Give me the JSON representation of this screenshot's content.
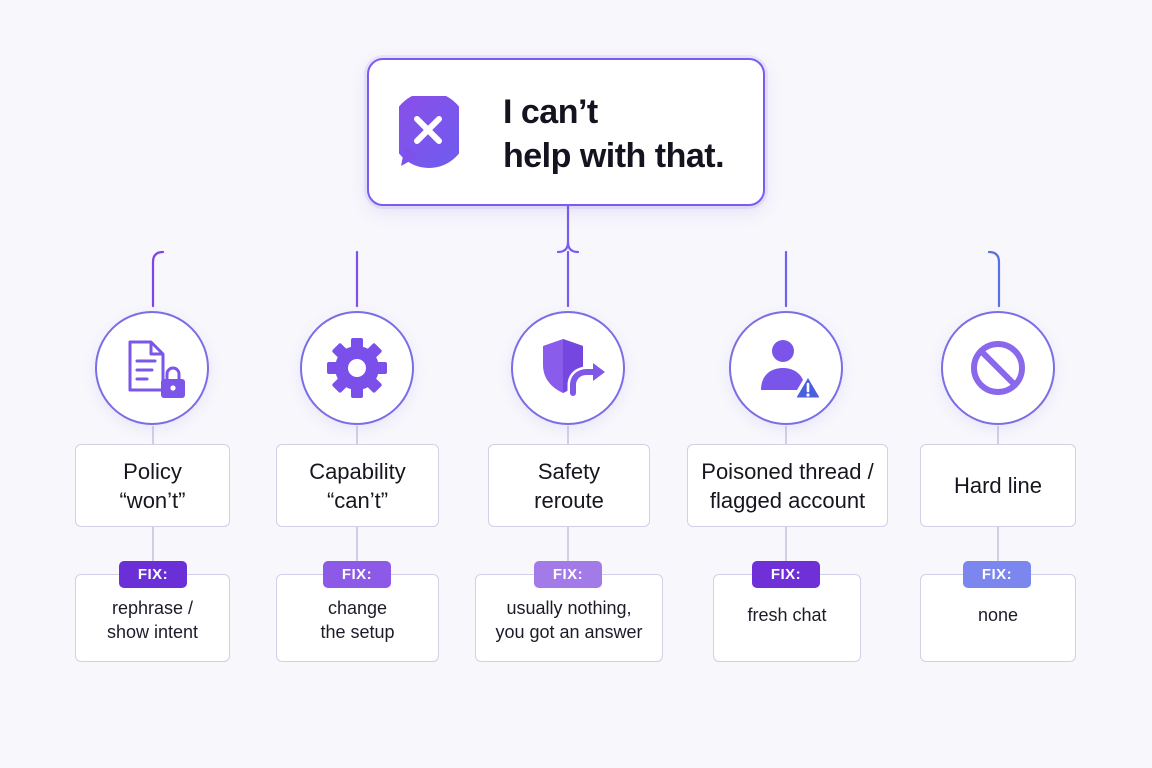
{
  "colors": {
    "accent": "#7b5cf0",
    "accent_blue": "#6a78ec",
    "card_border": "#d3cfe8",
    "pill_colors": [
      "#6a2fd6",
      "#8c5ae6",
      "#a27be8",
      "#6f30d8",
      "#7b86ee"
    ]
  },
  "root": {
    "icon": "speech-bubble-x-icon",
    "line1": "I can’t",
    "line2": "help with that."
  },
  "categories": [
    {
      "icon": "locked-document-icon",
      "line1": "Policy",
      "line2": "“won’t”",
      "fix_label": "FIX:",
      "fix_line1": "rephrase /",
      "fix_line2": "show intent"
    },
    {
      "icon": "gear-icon",
      "line1": "Capability",
      "line2": "“can’t”",
      "fix_label": "FIX:",
      "fix_line1": "change",
      "fix_line2": "the setup"
    },
    {
      "icon": "shield-redirect-icon",
      "line1": "Safety",
      "line2": "reroute",
      "fix_label": "FIX:",
      "fix_line1": "usually nothing,",
      "fix_line2": "you got an answer"
    },
    {
      "icon": "user-warning-icon",
      "line1": "Poisoned thread /",
      "line2": "flagged account",
      "fix_label": "FIX:",
      "fix_line1": "fresh chat",
      "fix_line2": ""
    },
    {
      "icon": "prohibited-icon",
      "line1": "Hard line",
      "line2": "",
      "fix_label": "FIX:",
      "fix_line1": "none",
      "fix_line2": ""
    }
  ]
}
